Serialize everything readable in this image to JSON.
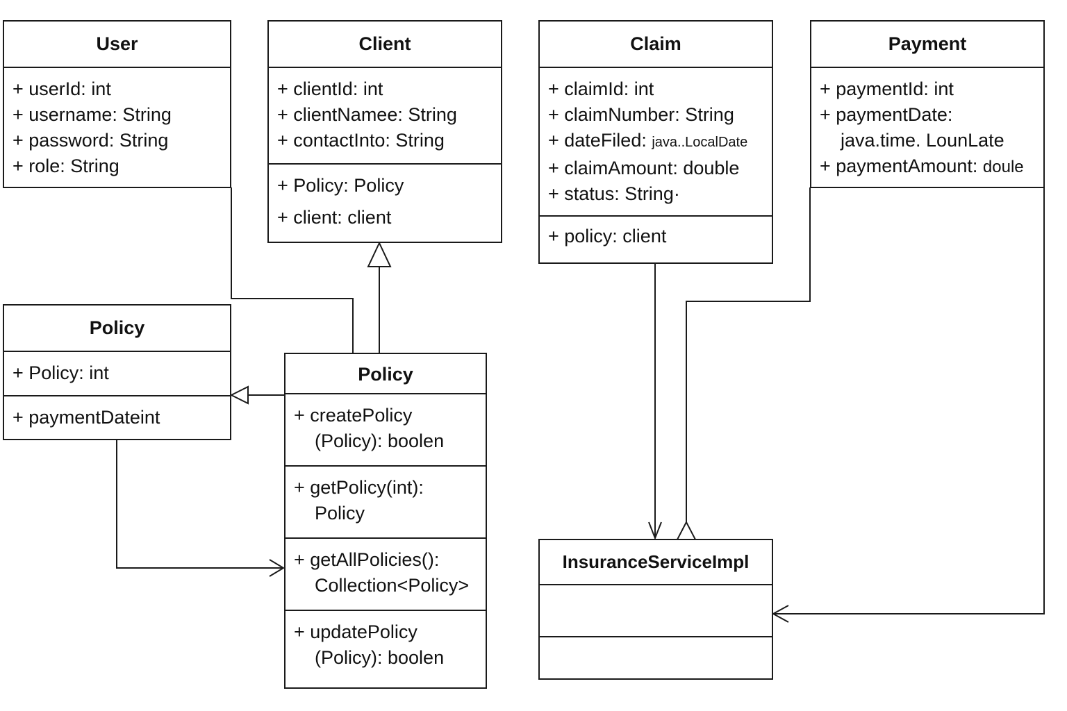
{
  "classes": {
    "user": {
      "name": "User",
      "attributes": [
        "+ userId: int",
        "+ username: String",
        "+ password: String",
        "+ role: String"
      ]
    },
    "client": {
      "name": "Client",
      "attributes": [
        "+ clientId: int",
        "+ clientNamee: String",
        "+ contactInto: String"
      ],
      "operations": [
        "+ Policy: Policy",
        "+ client: client"
      ]
    },
    "claim": {
      "name": "Claim",
      "attributes": [
        "+ claimId: int",
        "+ claimNumber: String",
        "+ dateFiled:",
        "java..LocalDate",
        "+ claimAmount: double",
        "+ status: String·"
      ],
      "operations": [
        "+ policy: client"
      ]
    },
    "payment": {
      "name": "Payment",
      "attributes": [
        "+ paymentId: int",
        "+ paymentDate:",
        "java.time. LounLate",
        "+ paymentAmount:",
        "doule"
      ]
    },
    "policy_left": {
      "name": "Policy",
      "attributes": [
        "+ Policy: int"
      ],
      "operations": [
        "+ paymentDateint"
      ]
    },
    "policy_center": {
      "name": "Policy",
      "methods": [
        {
          "line1": "+ createPolicy",
          "line2": "(Policy): boolen"
        },
        {
          "line1": "+ getPolicy(int):",
          "line2": "Policy"
        },
        {
          "line1": "+ getAllPolicies():",
          "line2": "Collection<Policy>"
        },
        {
          "line1": "+ updatePolicy",
          "line2": "(Policy): boolen"
        }
      ]
    },
    "insurance_service": {
      "name": "InsuranceServiceImpl"
    }
  },
  "relationships": [
    {
      "from": "User",
      "to": "Policy",
      "kind": "association"
    },
    {
      "from": "Policy",
      "to": "Client",
      "kind": "generalization"
    },
    {
      "from": "Policy",
      "to": "Policy",
      "kind": "generalization"
    },
    {
      "from": "Policy",
      "to": "Policy",
      "kind": "dependency-arrow"
    },
    {
      "from": "Claim",
      "to": "InsuranceServiceImpl",
      "kind": "dependency-arrow"
    },
    {
      "from": "Payment",
      "to": "InsuranceServiceImpl",
      "kind": "generalization"
    },
    {
      "from": "Payment",
      "to": "InsuranceServiceImpl",
      "kind": "dependency-arrow"
    }
  ]
}
